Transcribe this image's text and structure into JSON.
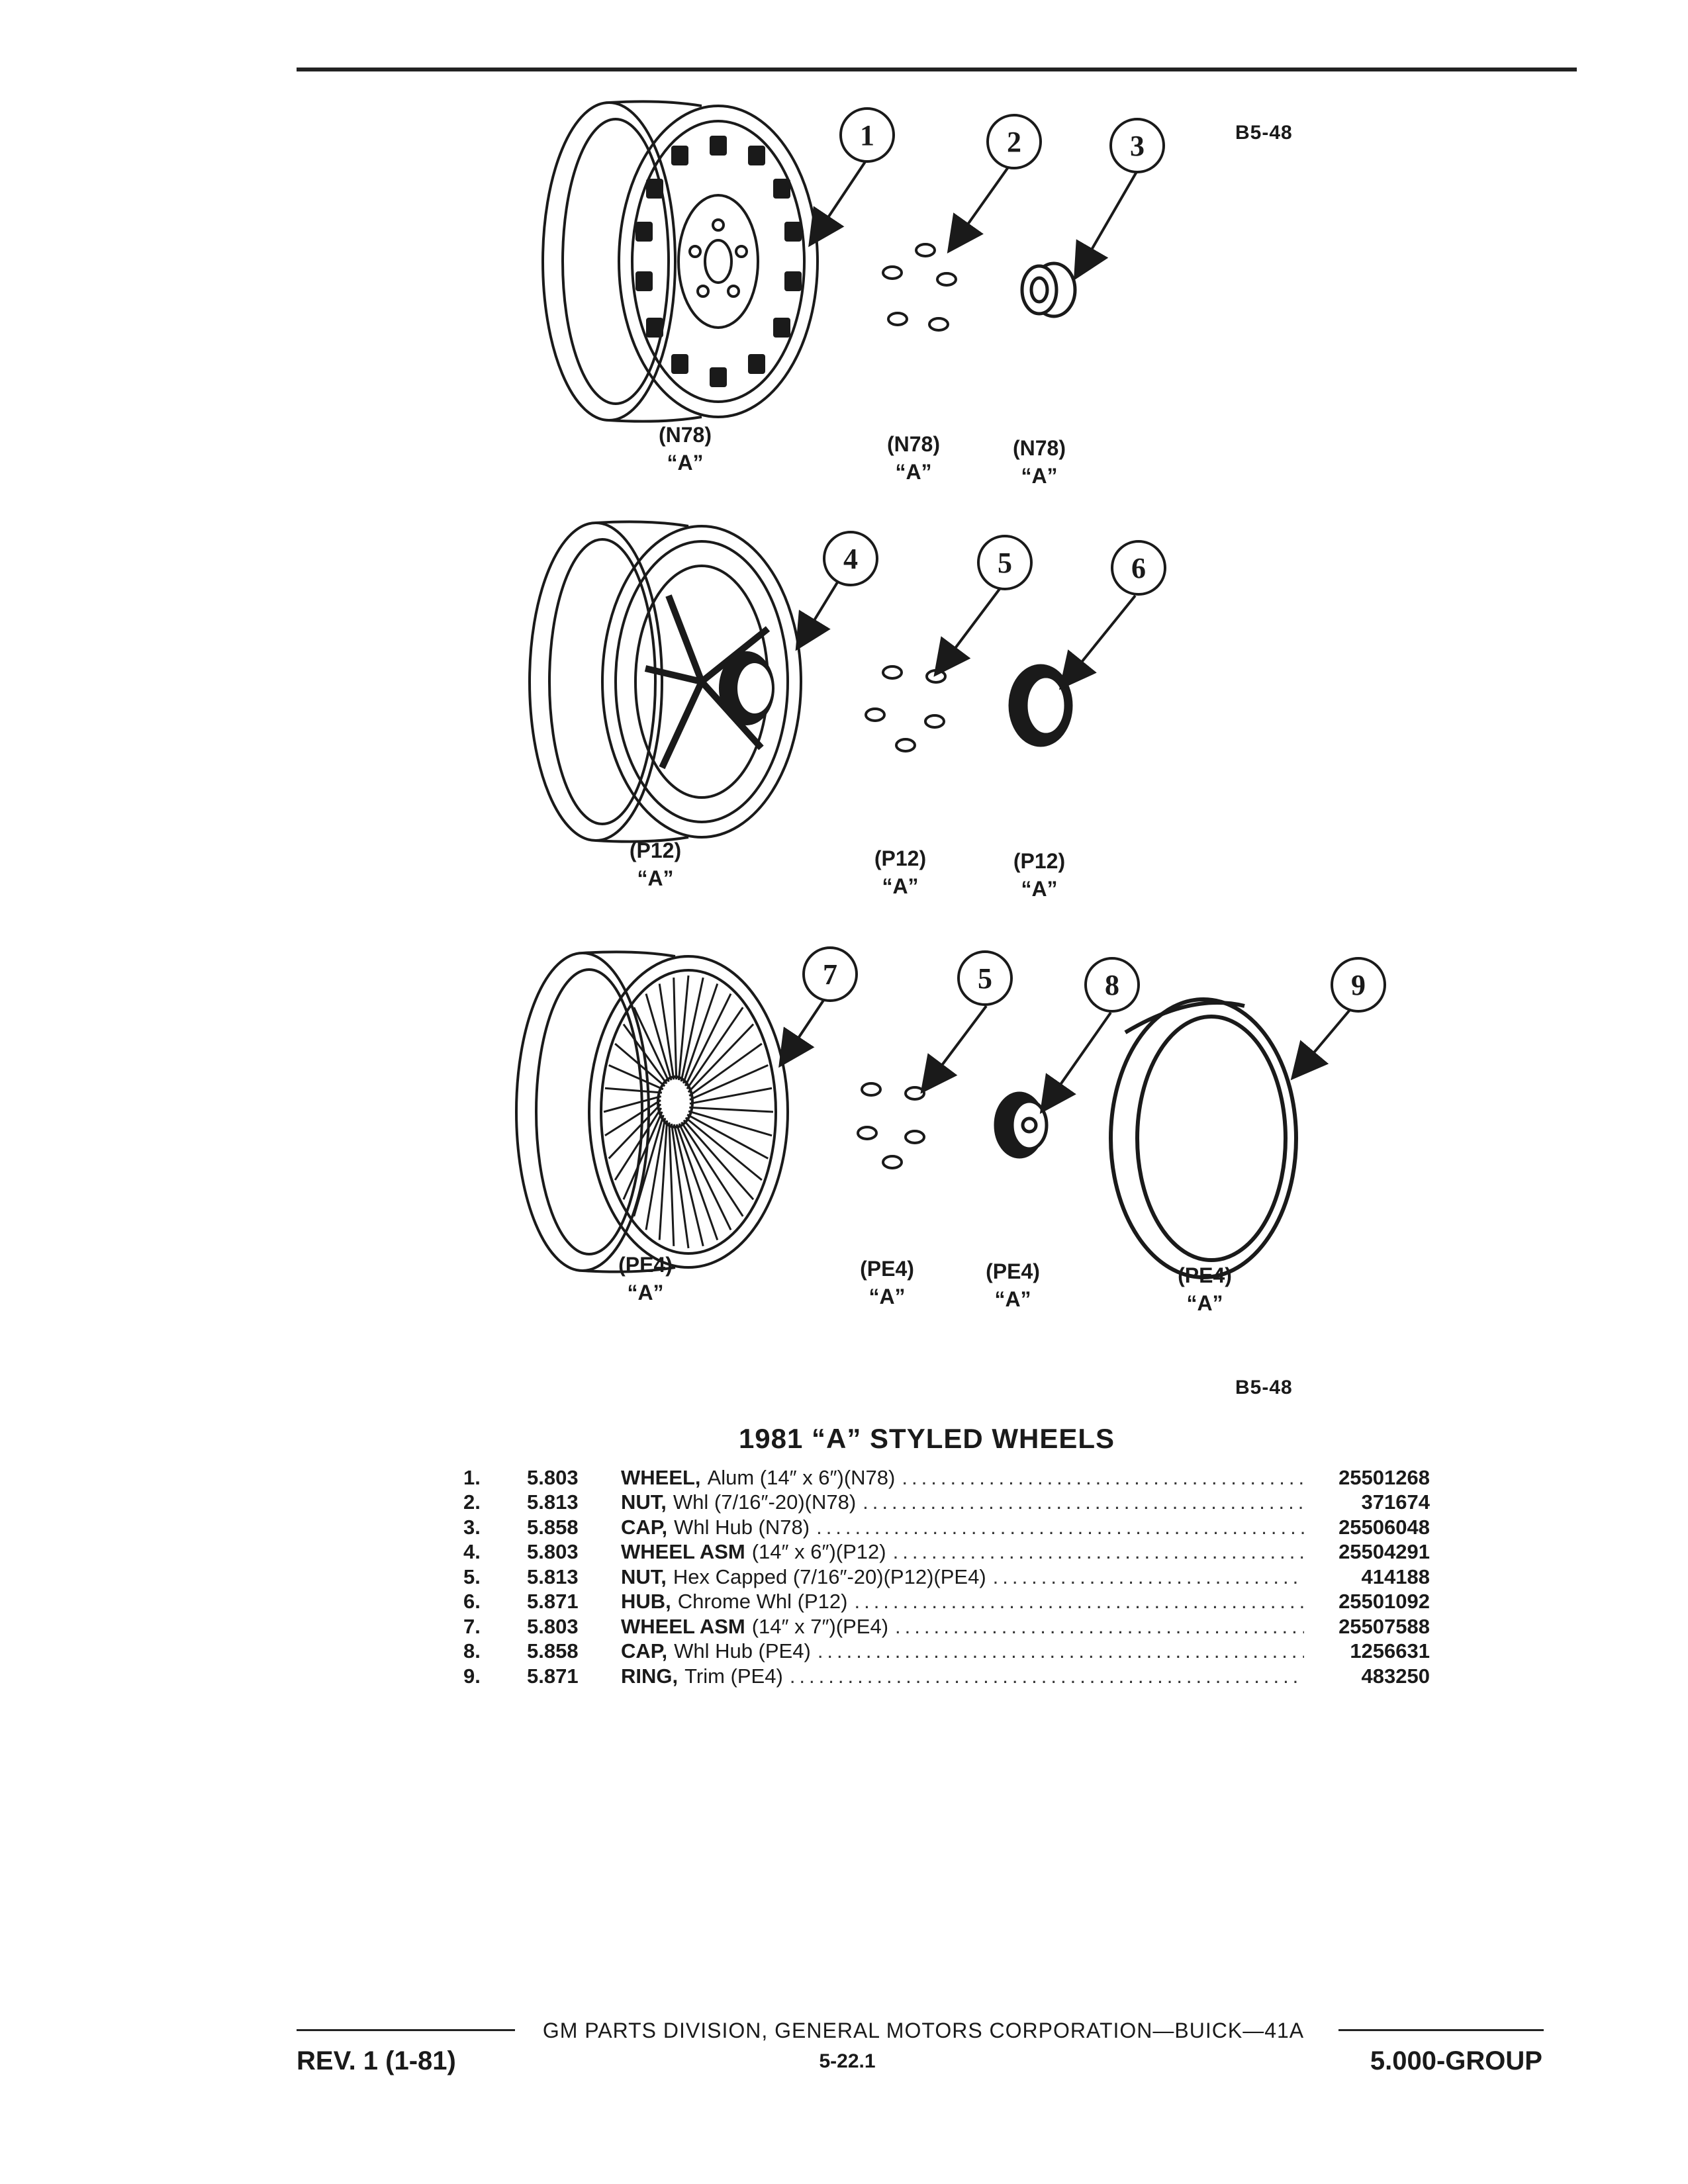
{
  "page": {
    "figure_code_top": "B5-48",
    "figure_code_bottom": "B5-48"
  },
  "callouts": [
    "1",
    "2",
    "3",
    "4",
    "5",
    "6",
    "7",
    "5",
    "8",
    "9"
  ],
  "row1_labels": [
    {
      "code": "(N78)",
      "model": "“A”"
    },
    {
      "code": "(N78)",
      "model": "“A”"
    },
    {
      "code": "(N78)",
      "model": "“A”"
    }
  ],
  "row2_labels": [
    {
      "code": "(P12)",
      "model": "“A”"
    },
    {
      "code": "(P12)",
      "model": "“A”"
    },
    {
      "code": "(P12)",
      "model": "“A”"
    }
  ],
  "row3_labels": [
    {
      "code": "(PE4)",
      "model": "“A”"
    },
    {
      "code": "(PE4)",
      "model": "“A”"
    },
    {
      "code": "(PE4)",
      "model": "“A”"
    },
    {
      "code": "(PE4)",
      "model": "“A”"
    }
  ],
  "parts_list": {
    "title": "1981 “A” STYLED WHEELS",
    "rows": [
      {
        "num": "1.",
        "group": "5.803",
        "name": "WHEEL,",
        "desc": "Alum (14″ x 6″)(N78)",
        "part": "25501268"
      },
      {
        "num": "2.",
        "group": "5.813",
        "name": "NUT,",
        "desc": "Whl (7/16″-20)(N78)",
        "part": "371674"
      },
      {
        "num": "3.",
        "group": "5.858",
        "name": "CAP,",
        "desc": "Whl Hub (N78)",
        "part": "25506048"
      },
      {
        "num": "4.",
        "group": "5.803",
        "name": "WHEEL ASM",
        "desc": "(14″ x 6″)(P12)",
        "part": "25504291"
      },
      {
        "num": "5.",
        "group": "5.813",
        "name": "NUT,",
        "desc": "Hex Capped (7/16″-20)(P12)(PE4)",
        "part": "414188"
      },
      {
        "num": "6.",
        "group": "5.871",
        "name": "HUB,",
        "desc": "Chrome Whl (P12)",
        "part": "25501092"
      },
      {
        "num": "7.",
        "group": "5.803",
        "name": "WHEEL ASM",
        "desc": "(14″ x 7″)(PE4)",
        "part": "25507588"
      },
      {
        "num": "8.",
        "group": "5.858",
        "name": "CAP,",
        "desc": "Whl Hub (PE4)",
        "part": "1256631"
      },
      {
        "num": "9.",
        "group": "5.871",
        "name": "RING,",
        "desc": "Trim (PE4)",
        "part": "483250"
      }
    ]
  },
  "footer": {
    "publisher": "GM PARTS DIVISION, GENERAL MOTORS CORPORATION—BUICK—41A",
    "revision": "REV. 1 (1-81)",
    "page_number": "5-22.1",
    "group": "5.000-GROUP"
  },
  "icons": [
    "aluminum-wheel-icon",
    "lug-nuts-icon",
    "hub-cap-icon",
    "styled-wheel-icon",
    "hex-capped-nuts-icon",
    "chrome-hub-icon",
    "wire-wheel-icon",
    "wire-hub-cap-icon",
    "trim-ring-icon"
  ],
  "dots": "................................................................................"
}
